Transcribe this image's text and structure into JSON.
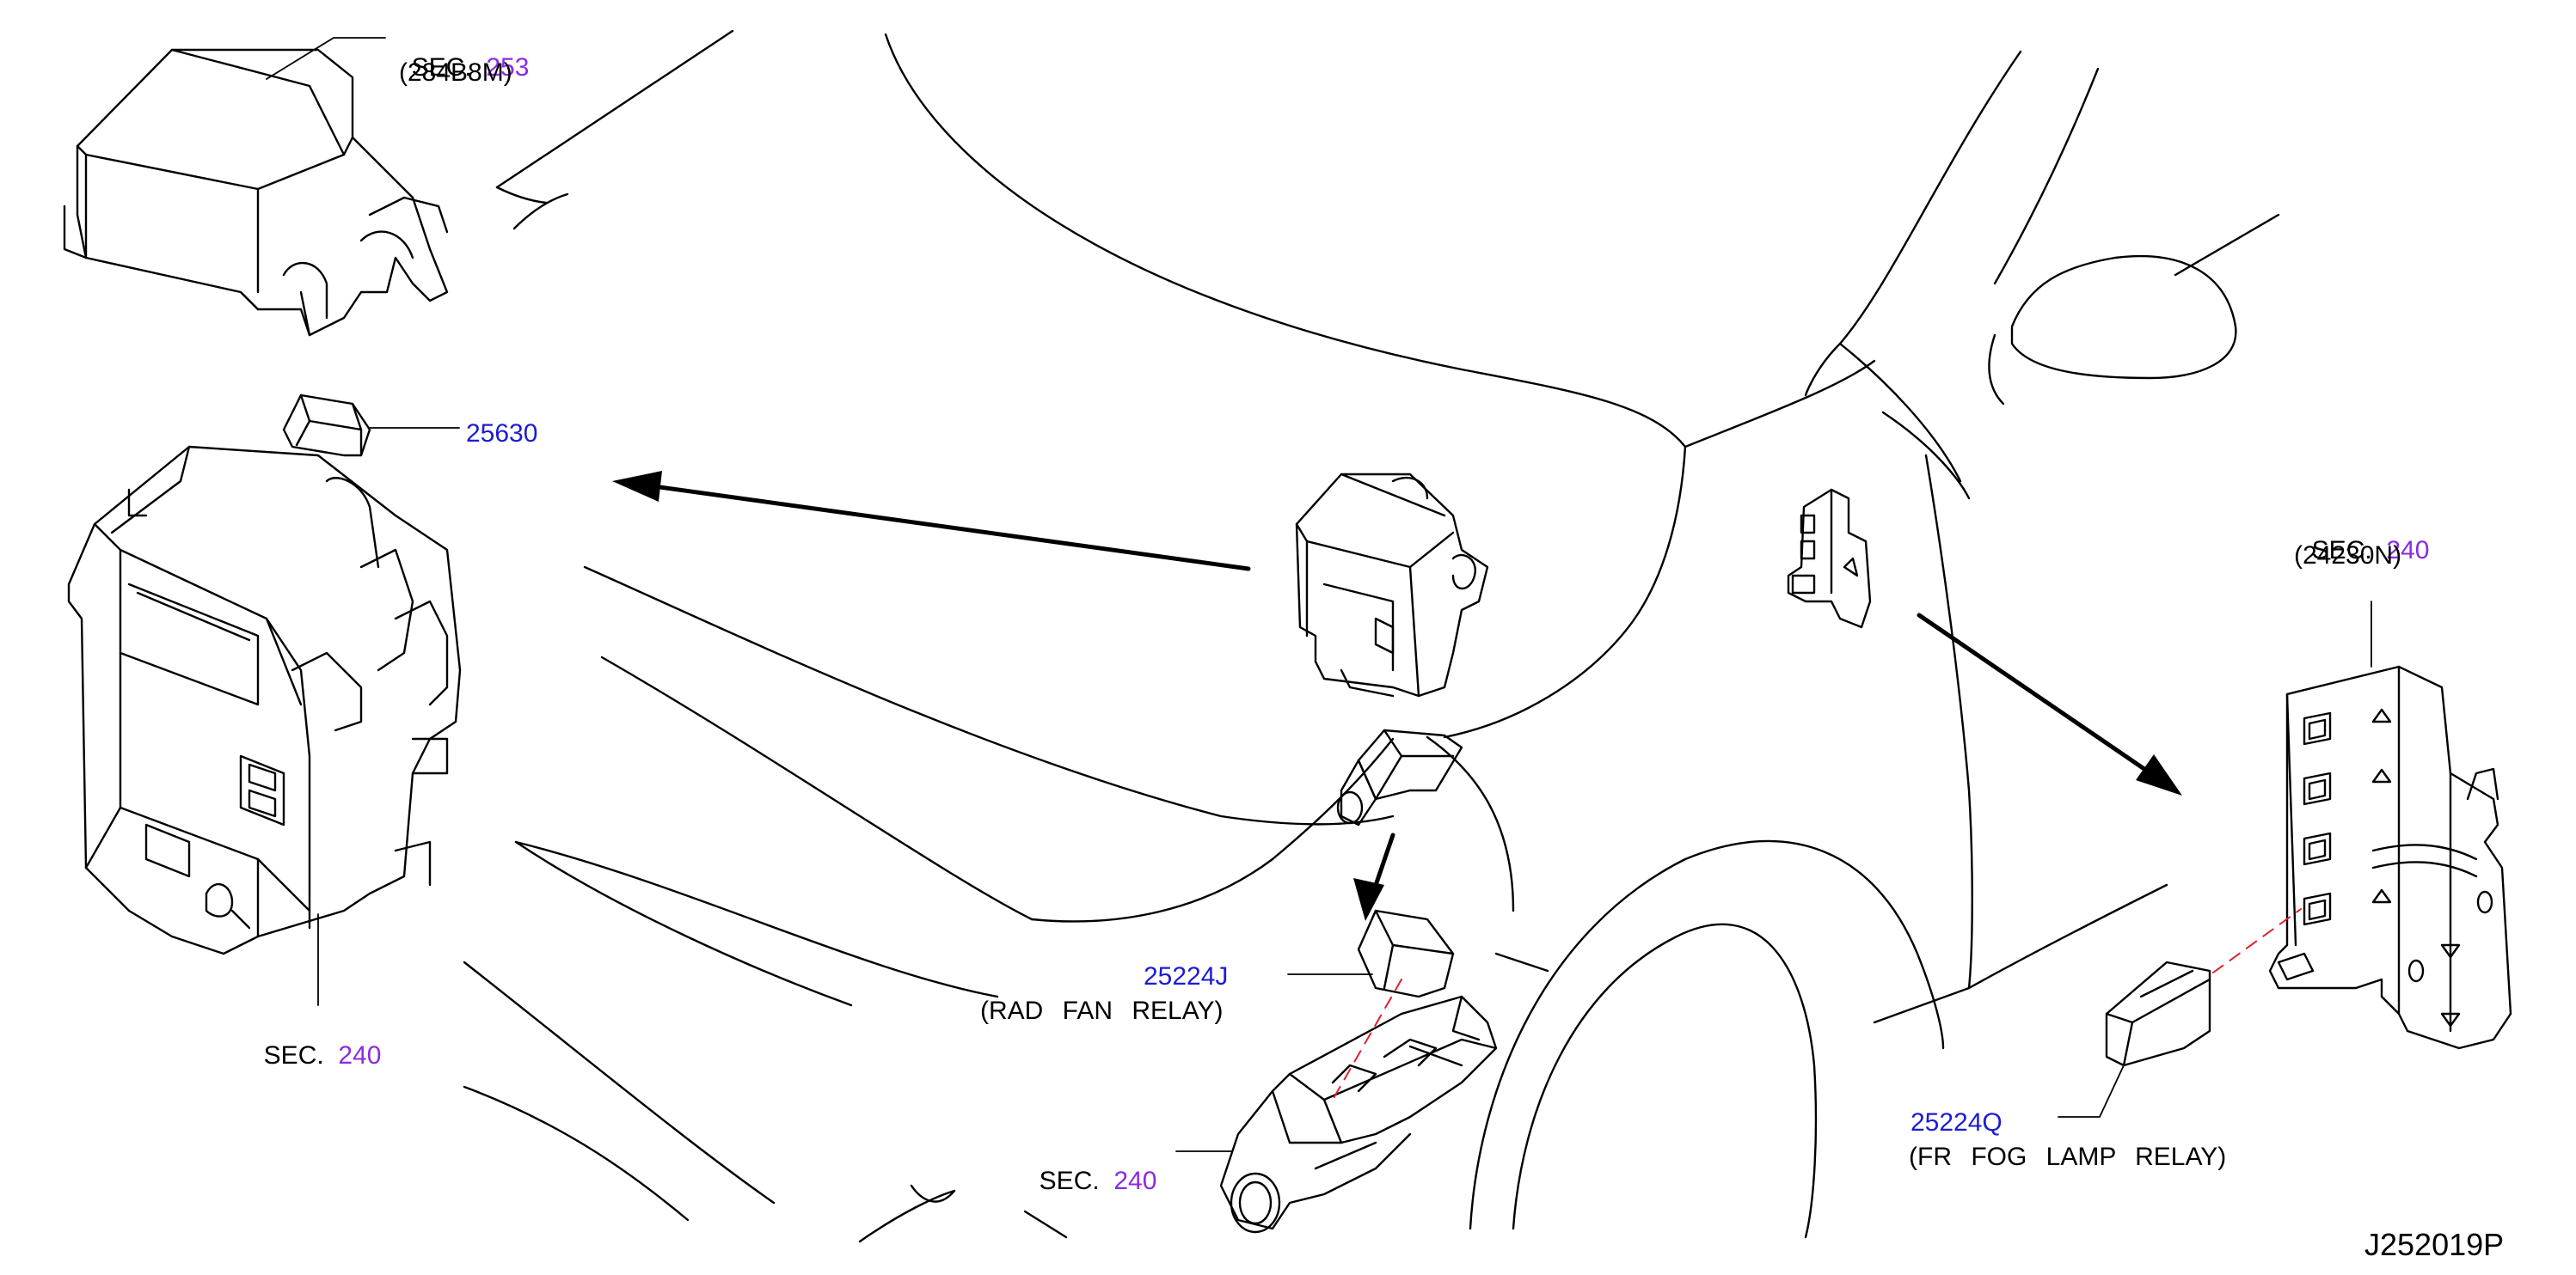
{
  "labels": {
    "sec": "SEC.",
    "sec_253_num": "253",
    "part_284B8M": "(284B8M)",
    "part_25630": "25630",
    "sec_240_num": "240",
    "part_25224J": "25224J",
    "rad_fan_relay": "(RAD FAN RELAY)",
    "part_24230N": "(24230N)",
    "part_25224Q": "25224Q",
    "fr_fog_lamp_relay": "(FR FOG LAMP RELAY)",
    "diagram_code": "J252019P"
  },
  "colors": {
    "line": "#000000",
    "part_number": "#1b1bd6",
    "section_number": "#8a2be2",
    "dashed_link": "#e0202a"
  }
}
